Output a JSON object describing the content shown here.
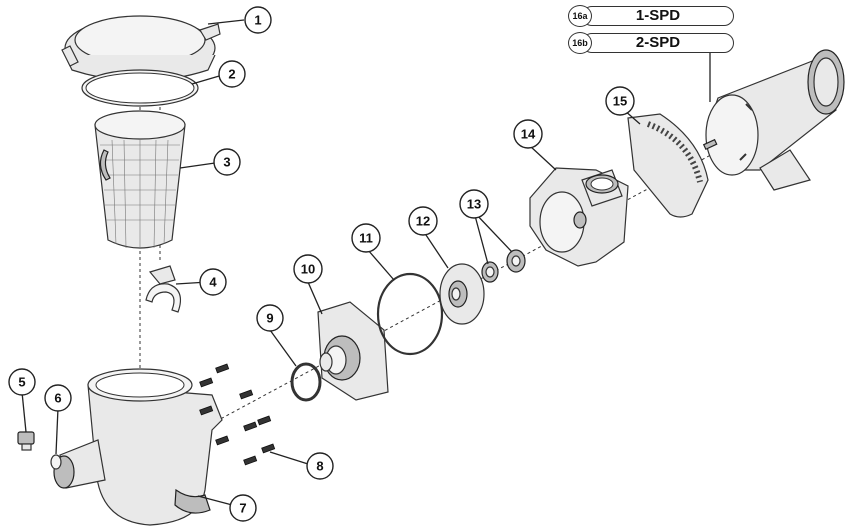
{
  "callouts": [
    "1",
    "2",
    "3",
    "4",
    "5",
    "6",
    "7",
    "8",
    "9",
    "10",
    "11",
    "12",
    "13",
    "14",
    "15"
  ],
  "motor_variants": [
    {
      "id": "16a",
      "label": "1-SPD"
    },
    {
      "id": "16b",
      "label": "2-SPD"
    }
  ]
}
